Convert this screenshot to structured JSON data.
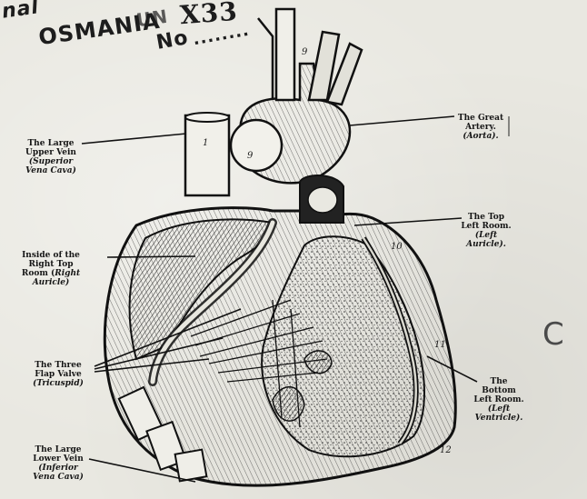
{
  "stamp": {
    "line1_fragment_left": "nal",
    "line1_name": "OSMANIA",
    "line1_fragment_right": "UN",
    "line2_prefix": "No",
    "line2_dots": "........",
    "handwritten_number": "X33"
  },
  "labels": {
    "superior_vena_cava": {
      "plain": "The Large\nUpper Vein",
      "sci": "(Superior\nVena Cava)"
    },
    "right_auricle": {
      "plain": "Inside of the\nRight Top\nRoom (",
      "sci": "Right\nAuricle)"
    },
    "tricuspid": {
      "plain": "The Three\nFlap Valve",
      "sci": "(Tricuspid)"
    },
    "inferior_vena_cava": {
      "plain": "The Large\nLower Vein",
      "sci": "(Inferior\nVena Cava)"
    },
    "aorta": {
      "plain": "The Great\nArtery.",
      "sci": "(Aorta)."
    },
    "left_auricle": {
      "plain": "The Top\nLeft Room.",
      "sci": "(Left\nAuricle)."
    },
    "left_ventricle": {
      "plain": "The\nBottom\nLeft Room.",
      "sci": "(Left\nVentricle)."
    }
  },
  "figure_numbers": [
    "1",
    "9",
    "9",
    "10",
    "11",
    "12"
  ],
  "corner_letter": "C"
}
